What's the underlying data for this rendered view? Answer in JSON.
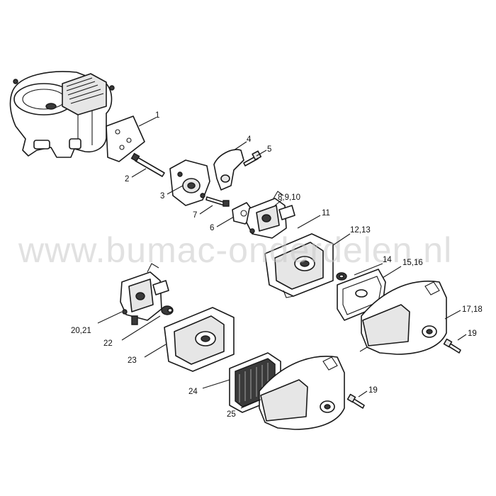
{
  "watermark": "www.bumac-onderdelen.nl",
  "callouts": {
    "c1": "1",
    "c2": "2",
    "c3": "3",
    "c4": "4",
    "c5": "5",
    "c6": "6",
    "c7": "7",
    "c8": "8,9,10",
    "c11": "11",
    "c12": "12,13",
    "c14": "14",
    "c15": "15,16",
    "c17": "17,18",
    "c19a": "19",
    "c19b": "19",
    "c20": "20,21",
    "c22": "22",
    "c23": "23",
    "c24": "24",
    "c25": "25"
  }
}
